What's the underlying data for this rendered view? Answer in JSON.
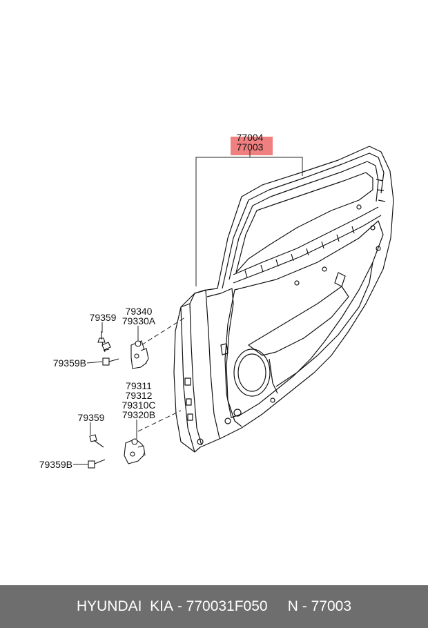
{
  "labels": {
    "door_panel_a": "77004",
    "door_panel_b": "77003",
    "upper_bolt": "79359",
    "upper_hinge_a": "79340",
    "upper_hinge_b": "79330A",
    "upper_bolt_b": "79359B",
    "lower_hinge_a": "79311",
    "lower_hinge_b": "79312",
    "lower_hinge_c": "79310C",
    "lower_hinge_d": "79320B",
    "lower_bolt": "79359",
    "lower_bolt_b": "79359B"
  },
  "highlight_color": "#f08080",
  "footer": {
    "brand": "HYUNDAI  KIA",
    "part_number": "770031F050",
    "ref": "N - 77003"
  }
}
